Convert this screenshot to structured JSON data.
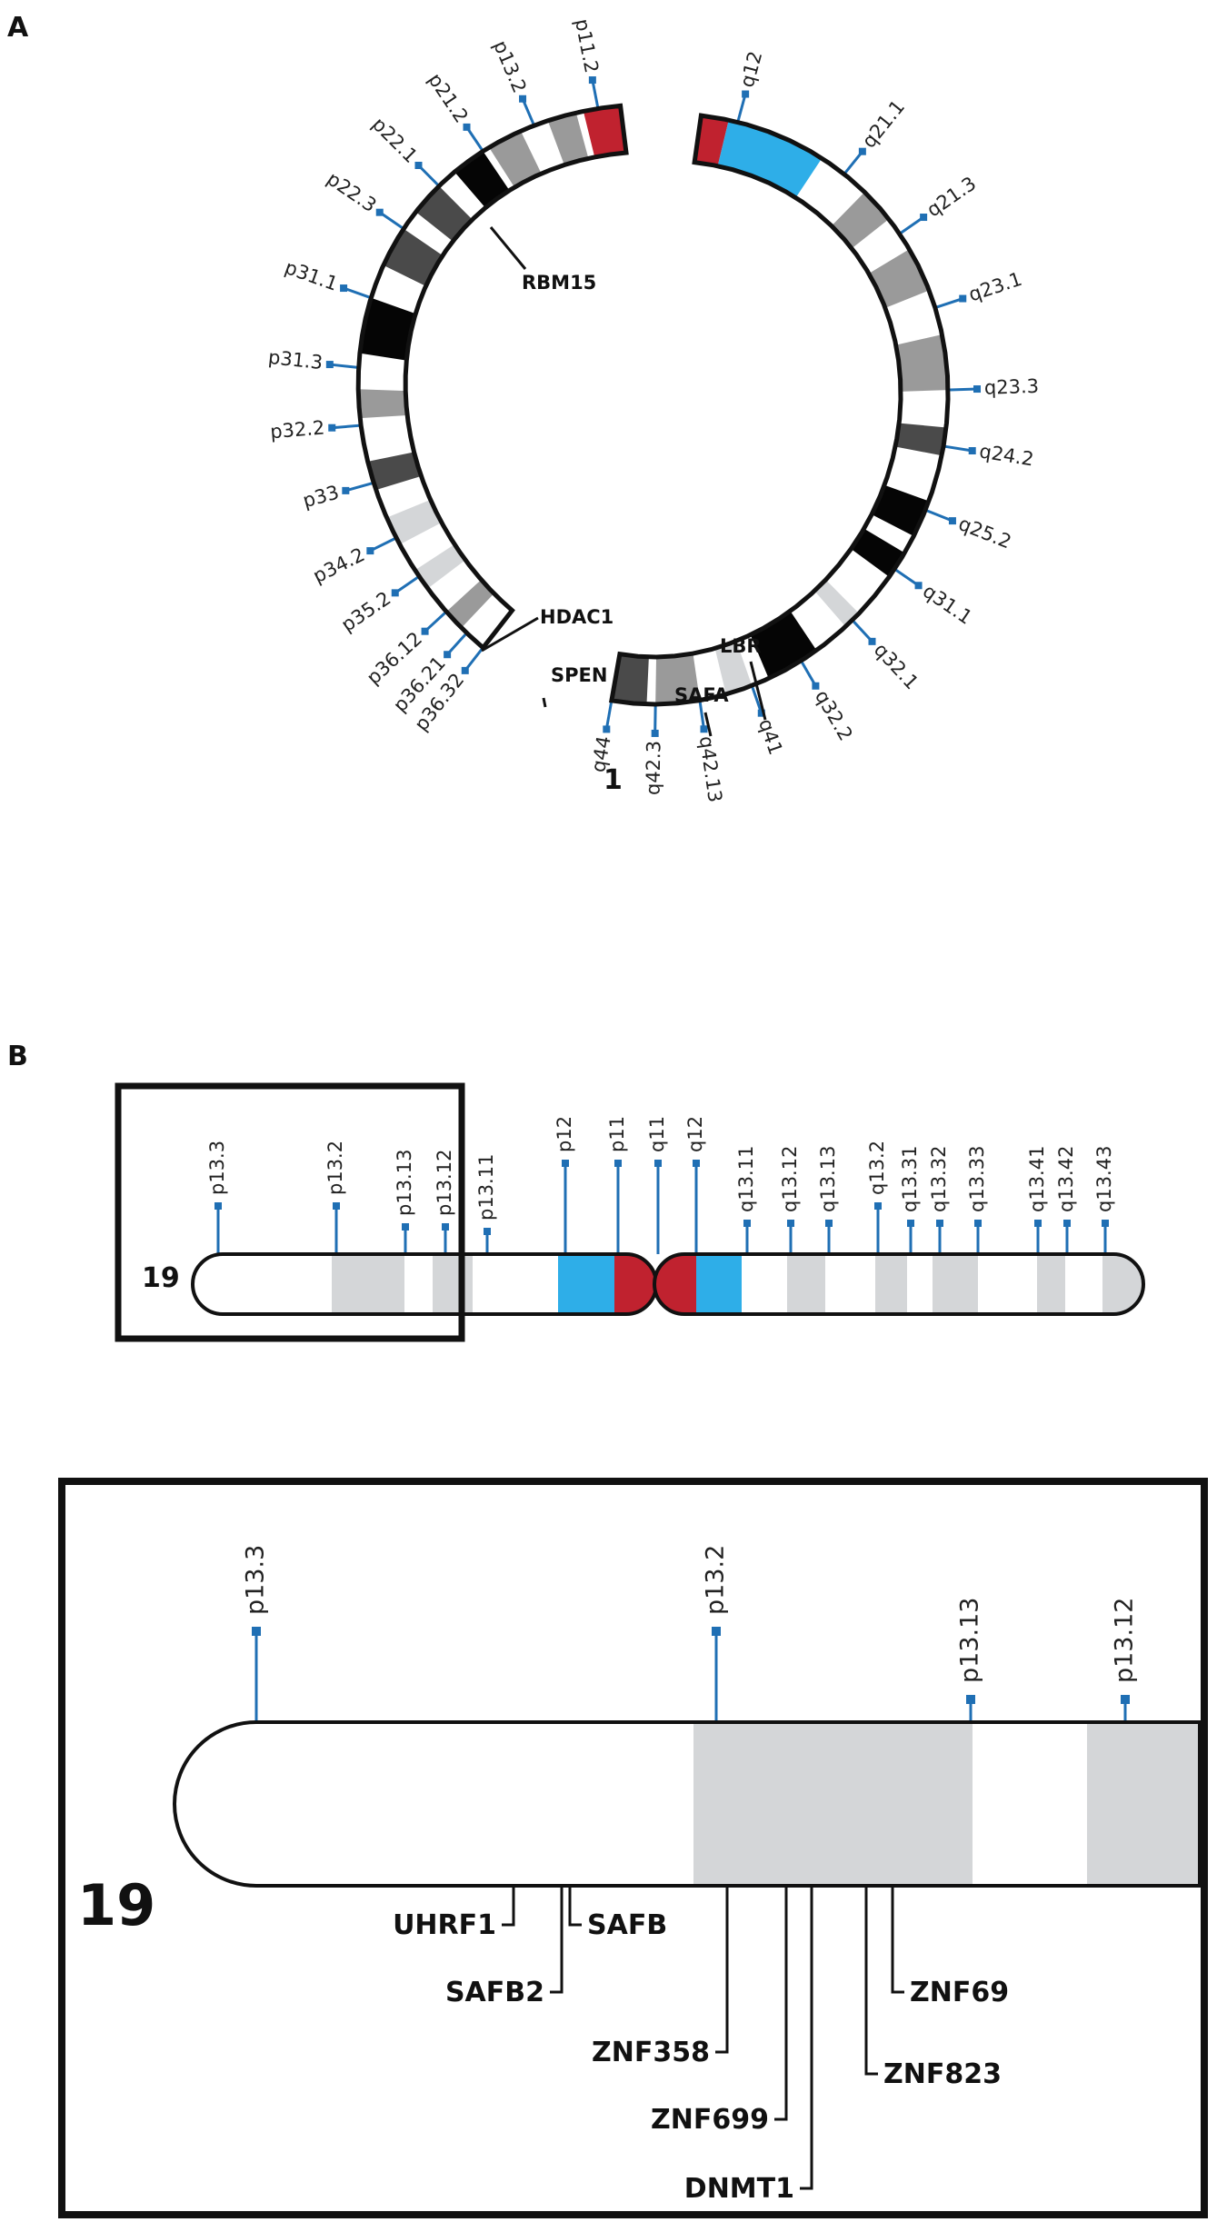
{
  "panel_a": {
    "letter": "A",
    "chromosome_label": "1",
    "p_bands": [
      "p11.2",
      "p13.2",
      "p21.2",
      "p22.1",
      "p22.3",
      "p31.1",
      "p31.3",
      "p32.2",
      "p33",
      "p34.2",
      "p35.2",
      "p36.12",
      "p36.21",
      "p36.32"
    ],
    "q_bands": [
      "q12",
      "q21.1",
      "q21.3",
      "q23.1",
      "q23.3",
      "q24.2",
      "q25.2",
      "q31.1",
      "q32.1",
      "q32.2",
      "q41",
      "q42.13",
      "q42.3",
      "q44"
    ],
    "genes": [
      "RBM15",
      "HDAC1",
      "SPEN",
      "LBR",
      "SAFA"
    ]
  },
  "panel_b": {
    "letter": "B",
    "chromosome_label": "19",
    "bands": [
      "p13.3",
      "p13.2",
      "p13.13",
      "p13.12",
      "p13.11",
      "p12",
      "p11",
      "q11",
      "q12",
      "q13.11",
      "q13.12",
      "q13.13",
      "q13.2",
      "q13.31",
      "q13.32",
      "q13.33",
      "q13.41",
      "q13.42",
      "q13.43"
    ],
    "zoom": {
      "chromosome_label": "19",
      "bands": [
        "p13.3",
        "p13.2",
        "p13.13",
        "p13.12"
      ],
      "genes": [
        "UHRF1",
        "SAFB",
        "SAFB2",
        "ZNF358",
        "ZNF699",
        "DNMT1",
        "ZNF69",
        "ZNF823"
      ]
    }
  },
  "colors": {
    "centromere": "#c0222f",
    "heterochromatin": "#2eaee8",
    "band_light": "#d4d6d8",
    "band_medium": "#9a9a9a",
    "band_dark": "#4a4a4a",
    "band_black": "#050505",
    "pin": "#1f6fb4",
    "outline": "#111111"
  }
}
